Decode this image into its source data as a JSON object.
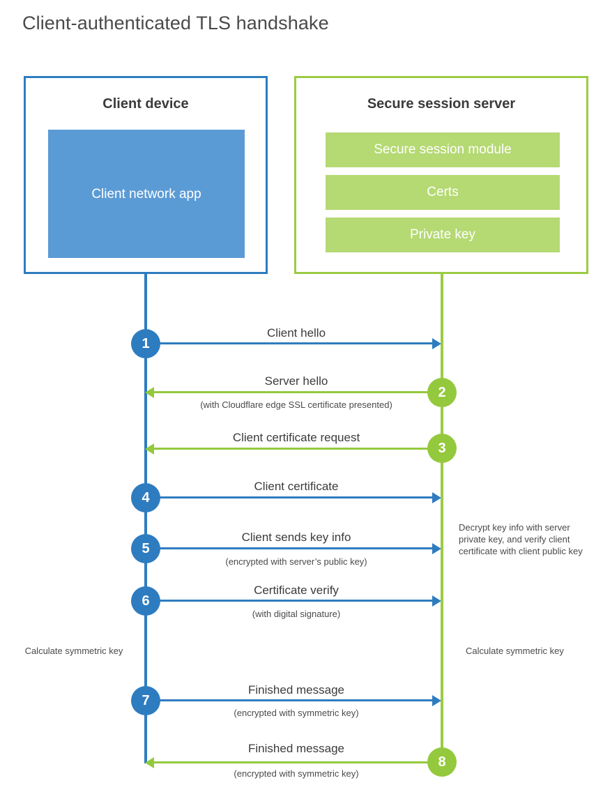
{
  "title": "Client-authenticated TLS handshake",
  "colors": {
    "client_border": "#2e7cc0",
    "client_fill": "#5b9bd5",
    "server_border": "#9ccb45",
    "server_fill": "#b5d973",
    "client_accent": "#2e7cc0",
    "server_accent": "#94c93d",
    "text": "#3b3b3b",
    "background": "#ffffff"
  },
  "client": {
    "title": "Client device",
    "app_label": "Client network app"
  },
  "server": {
    "title": "Secure session server",
    "modules": [
      {
        "label": "Secure session module"
      },
      {
        "label": "Certs"
      },
      {
        "label": "Private key"
      }
    ]
  },
  "steps": [
    {
      "number": "1",
      "label": "Client hello",
      "sub": "",
      "direction": "client-to-server",
      "color": "blue"
    },
    {
      "number": "2",
      "label": "Server hello",
      "sub": "(with Cloudflare edge SSL certificate presented)",
      "direction": "server-to-client",
      "color": "green"
    },
    {
      "number": "3",
      "label": "Client certificate request",
      "sub": "",
      "direction": "server-to-client",
      "color": "green"
    },
    {
      "number": "4",
      "label": "Client certificate",
      "sub": "",
      "direction": "client-to-server",
      "color": "blue"
    },
    {
      "number": "5",
      "label": "Client sends key info",
      "sub": "(encrypted with server’s public key)",
      "direction": "client-to-server",
      "color": "blue"
    },
    {
      "number": "6",
      "label": "Certificate verify",
      "sub": "(with digital signature)",
      "direction": "client-to-server",
      "color": "blue"
    },
    {
      "number": "7",
      "label": "Finished message",
      "sub": "(encrypted with symmetric key)",
      "direction": "client-to-server",
      "color": "blue"
    },
    {
      "number": "8",
      "label": "Finished message",
      "sub": "(encrypted with symmetric key)",
      "direction": "server-to-client",
      "color": "green"
    }
  ],
  "notes": {
    "decrypt": "Decrypt key info with server private key, and verify client certificate with client public key",
    "calculate_client": "Calculate symmetric key",
    "calculate_server": "Calculate symmetric key"
  }
}
